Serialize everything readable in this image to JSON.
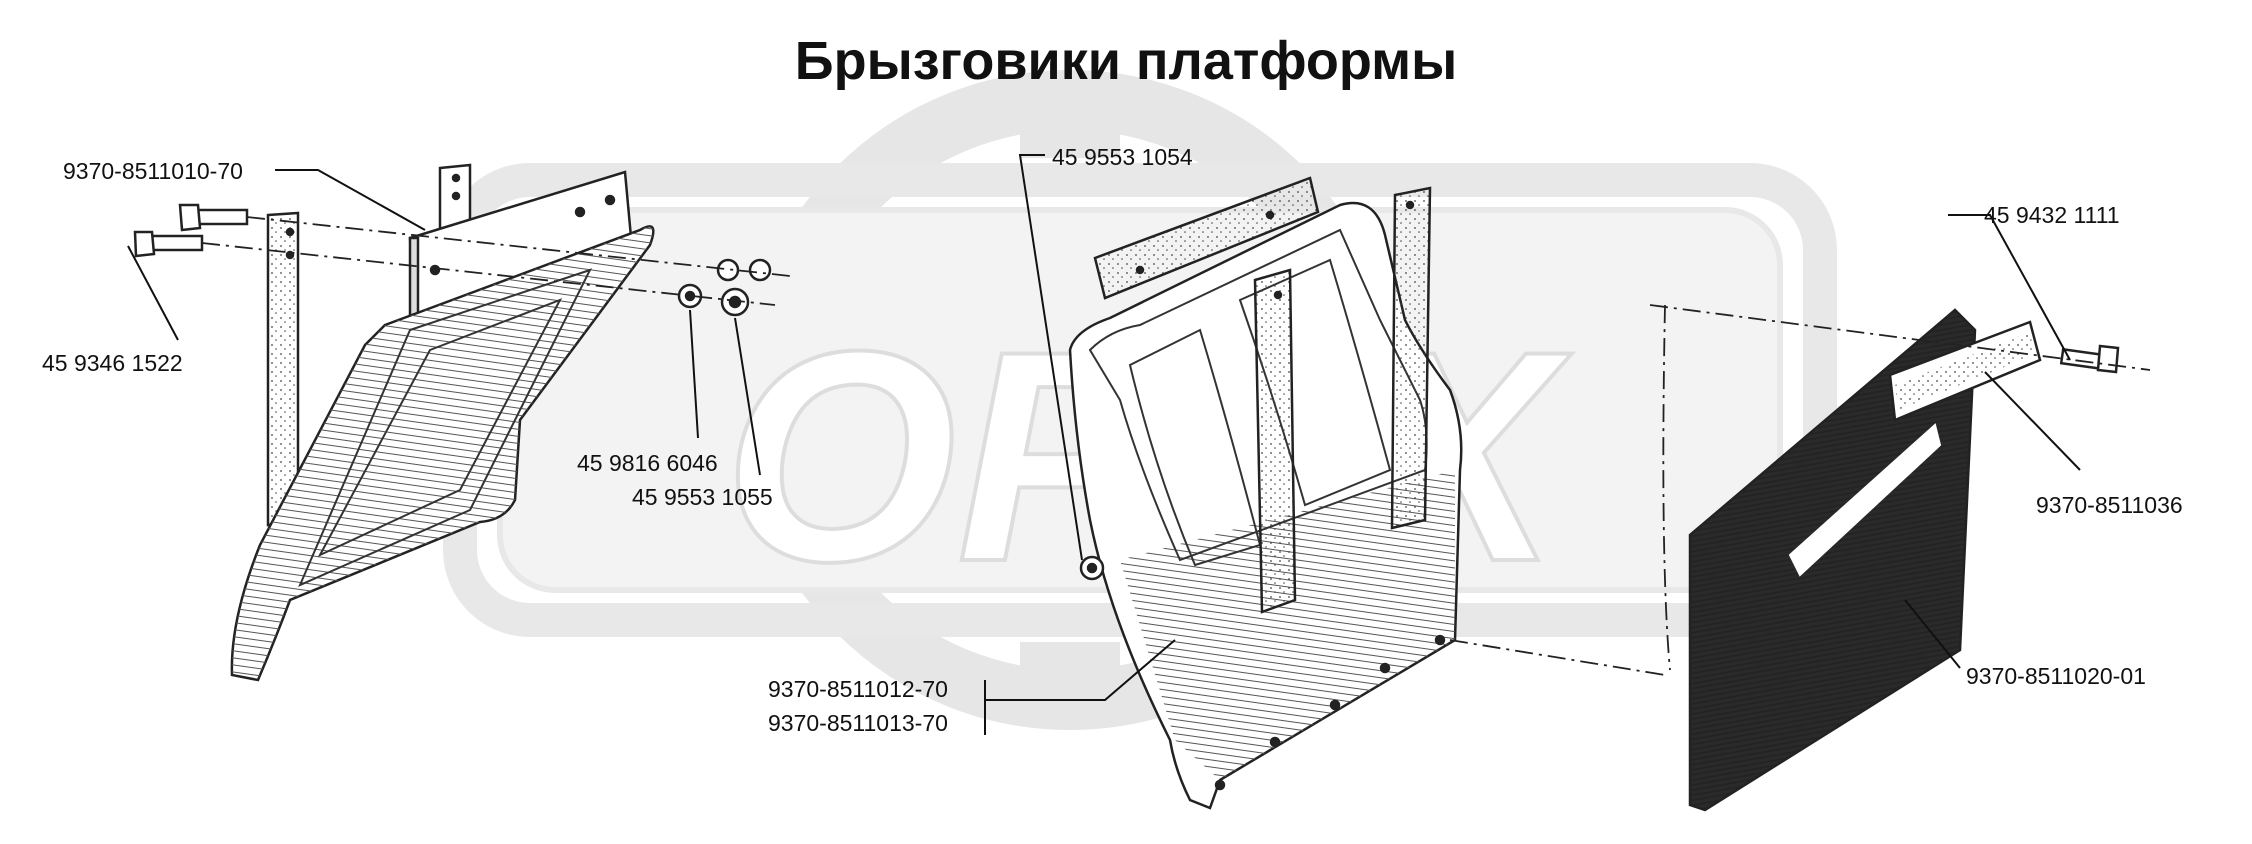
{
  "title": "Брызговики платформы",
  "watermark": {
    "text": "OPEX",
    "name": "opex-watermark-logo",
    "color": "#e4e4e4"
  },
  "parts": [
    {
      "id": "p1",
      "number": "9370-8511010-70",
      "name": "left-mudguard-bracket"
    },
    {
      "id": "p2",
      "number": "45 9346 1522",
      "name": "bolt"
    },
    {
      "id": "p3",
      "number": "45 9816 6046",
      "name": "washer"
    },
    {
      "id": "p4",
      "number": "45 9553 1055",
      "name": "nut"
    },
    {
      "id": "p5",
      "number": "45 9553 1054",
      "name": "nut"
    },
    {
      "id": "p6",
      "number": "9370-8511012-70",
      "name": "center-mudguard"
    },
    {
      "id": "p7",
      "number": "9370-8511013-70",
      "name": "center-mudguard-alt"
    },
    {
      "id": "p8",
      "number": "45 9432 1111",
      "name": "bolt"
    },
    {
      "id": "p9",
      "number": "9370-8511036",
      "name": "clamp-strip"
    },
    {
      "id": "p10",
      "number": "9370-8511020-01",
      "name": "rear-mudflap"
    }
  ]
}
